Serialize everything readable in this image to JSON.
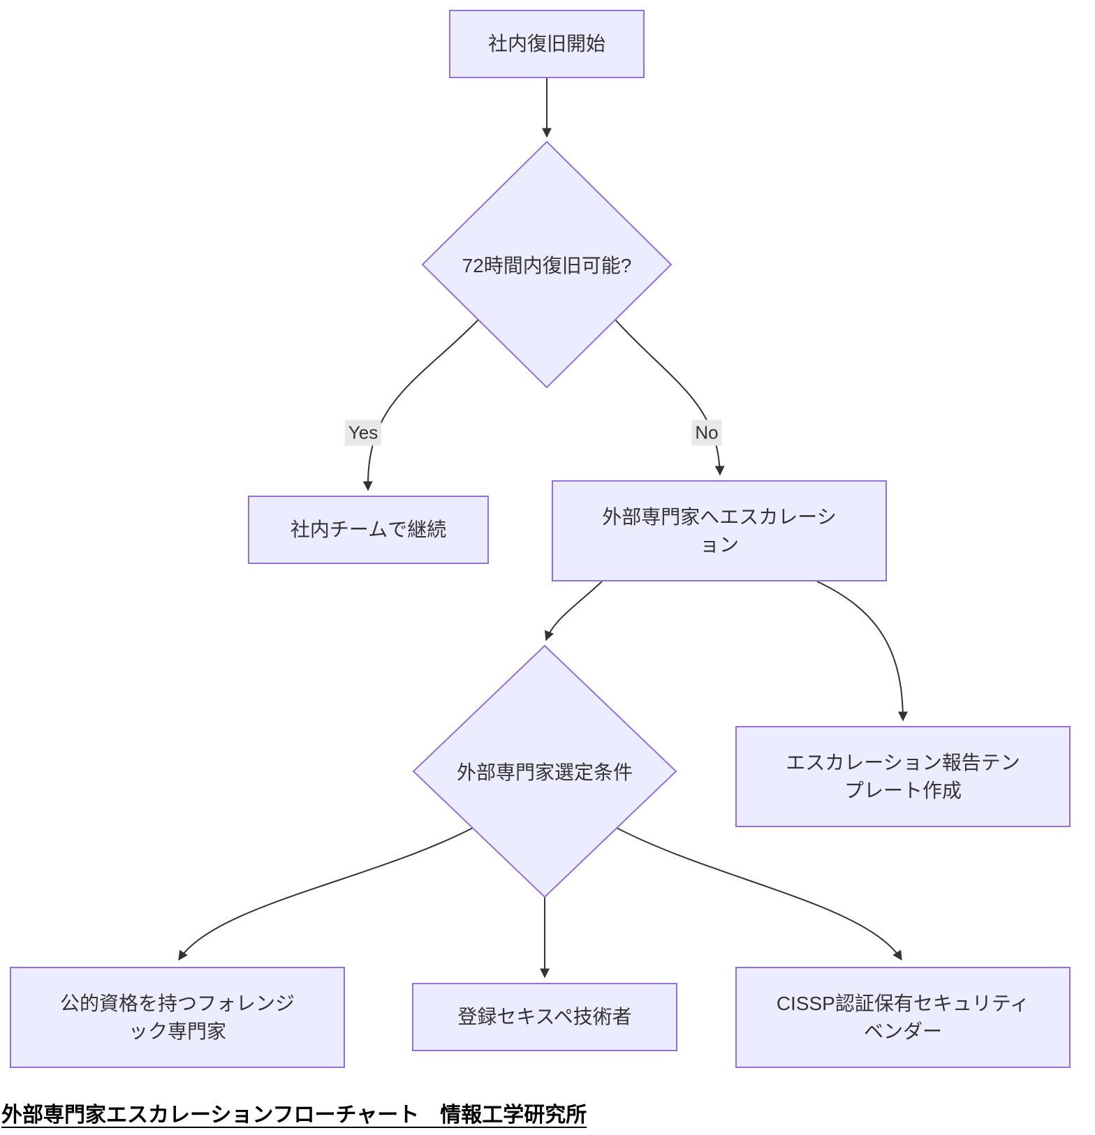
{
  "diagram": {
    "caption": "外部専門家エスカレーションフローチャート　情報工学研究所"
  },
  "nodes": {
    "start": {
      "label": "社内復旧開始",
      "shape": "rect"
    },
    "decision_72h": {
      "label": "72時間内復旧可能?",
      "shape": "diamond"
    },
    "internal_team": {
      "label": "社内チームで継続",
      "shape": "rect"
    },
    "escalate": {
      "label": "外部専門家へエスカレーシ\nョン",
      "shape": "rect"
    },
    "selection_criteria": {
      "label": "外部専門家選定条件",
      "shape": "diamond"
    },
    "report_template": {
      "label": "エスカレーション報告テン\nプレート作成",
      "shape": "rect"
    },
    "forensic_expert": {
      "label": "公的資格を持つフォレンジ\nック専門家",
      "shape": "rect"
    },
    "registered_sekispe": {
      "label": "登録セキスペ技術者",
      "shape": "rect"
    },
    "cissp_vendor": {
      "label": "CISSP認証保有セキュリティ\nベンダー",
      "shape": "rect"
    }
  },
  "edge_labels": {
    "yes": "Yes",
    "no": "No"
  },
  "colors": {
    "node_fill": "#ECECFF",
    "node_border": "#9370DB",
    "edge_line": "#333333",
    "edge_label_bg": "#E8E8E8",
    "text": "#333333"
  }
}
